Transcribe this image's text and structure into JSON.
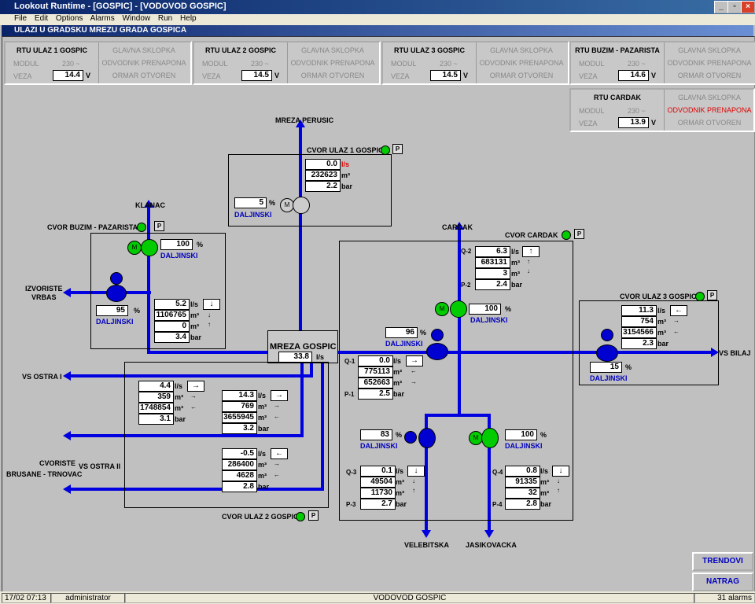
{
  "window": {
    "title": "Lookout Runtime - [GOSPIC] - [VODOVOD GOSPIC]"
  },
  "menu": [
    "File",
    "Edit",
    "Options",
    "Alarms",
    "Window",
    "Run",
    "Help"
  ],
  "subwindow": {
    "title": "ULAZI U GRADSKU MREZU GRADA GOSPICA"
  },
  "labels": {
    "modul": "MODUL",
    "veza": "VEZA",
    "v230": "230 ~",
    "v": "V",
    "glavna": "GLAVNA SKLOPKA",
    "odvodnik": "ODVODNIK PRENAPONA",
    "ormar": "ORMAR OTVOREN",
    "pct": "%",
    "ls": "l/s",
    "m3": "m³",
    "bar": "bar",
    "daljinski": "DALJINSKI",
    "m": "M",
    "p": "P"
  },
  "rtus": [
    {
      "name": "RTU ULAZ 1 GOSPIC",
      "veza": "14.4"
    },
    {
      "name": "RTU ULAZ 2 GOSPIC",
      "veza": "14.5"
    },
    {
      "name": "RTU ULAZ 3 GOSPIC",
      "veza": "14.5"
    },
    {
      "name": "RTU BUZIM - PAZARISTA",
      "veza": "14.6"
    },
    {
      "name": "RTU CARDAK",
      "veza": "13.9"
    }
  ],
  "places": {
    "mreza_perusic": "MREZA PERUSIC",
    "klanac": "KLANAC",
    "izvoriste": "IZVORISTE",
    "vrbas": "VRBAS",
    "vs_ostra_i": "VS OSTRA I",
    "cvoriste": "CVORISTE",
    "brusane": "BRUSANE - TRNOVAC",
    "vs_ostra_ii": "VS OSTRA II",
    "cardak": "CARDAK",
    "vs_bilaj": "VS BILAJ",
    "velebitska": "VELEBITSKA",
    "jasikovacka": "JASIKOVACKA",
    "mreza_gospic": "MREZA GOSPIC",
    "mreza_gospic_val": "33.8"
  },
  "nodes": {
    "ulaz1": {
      "title": "CVOR ULAZ 1 GOSPIC",
      "flow": "0.0",
      "vol": "232623",
      "pres": "2.2",
      "valve": "5"
    },
    "buzim": {
      "title": "CVOR BUZIM - PAZARISTA",
      "valve_top": "100",
      "valve_left": "95",
      "flow": "5.2",
      "vol1": "1106765",
      "vol2": "0",
      "pres": "3.4"
    },
    "cardak": {
      "title": "CVOR CARDAK",
      "q2": "Q-2",
      "p2": "P-2",
      "q2_flow": "6.3",
      "q2_vol1": "683131",
      "q2_vol2": "3",
      "q2_pres": "2.4",
      "valve_mid": "100",
      "valve_left": "96",
      "q1": "Q-1",
      "p1": "P-1",
      "q1_flow": "0.0",
      "q1_vol1": "775113",
      "q1_vol2": "652663",
      "q1_pres": "2.5",
      "valve_q3": "83",
      "valve_q4": "100",
      "q3": "Q-3",
      "p3": "P-3",
      "q3_flow": "0.1",
      "q3_vol1": "49504",
      "q3_vol2": "11730",
      "q3_pres": "2.7",
      "q4": "Q-4",
      "p4": "P-4",
      "q4_flow": "0.8",
      "q4_vol1": "91335",
      "q4_vol2": "32",
      "q4_pres": "2.8"
    },
    "ulaz3": {
      "title": "CVOR ULAZ 3 GOSPIC",
      "flow": "11.3",
      "vol1": "754",
      "vol2": "3154566",
      "pres": "2.3",
      "valve": "15"
    },
    "ulaz2": {
      "title": "CVOR ULAZ 2 GOSPIC",
      "a_flow": "4.4",
      "a_vol1": "359",
      "a_vol2": "1748854",
      "a_pres": "3.1",
      "b_flow": "14.3",
      "b_vol1": "769",
      "b_vol2": "3655945",
      "b_pres": "3.2",
      "c_flow": "-0.5",
      "c_vol1": "286400",
      "c_vol2": "4628",
      "c_pres": "2.8"
    }
  },
  "buttons": {
    "trendovi": "TRENDOVI",
    "natrag": "NATRAG"
  },
  "status": {
    "time": "17/02 07:13",
    "user": "administrator",
    "screen": "VODOVOD GOSPIC",
    "alarms": "31 alarms"
  },
  "colors": {
    "pipe": "#0000e0",
    "indicator": "#00cc00",
    "alarm": "#e00000"
  }
}
